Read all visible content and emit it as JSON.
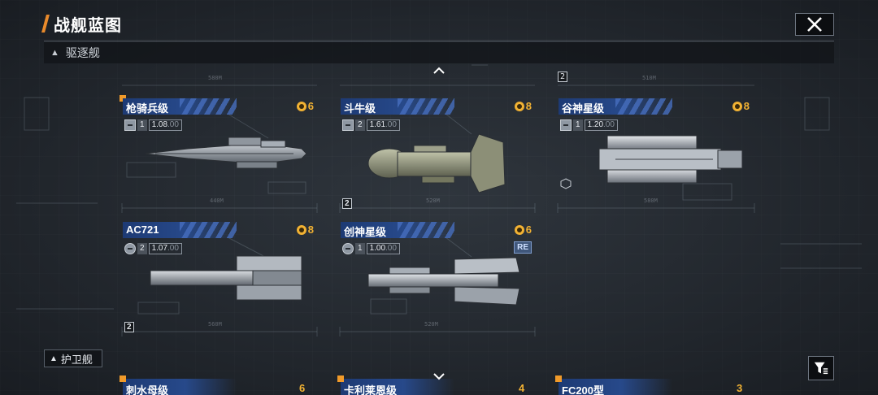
{
  "header": {
    "title": "战舰蓝图",
    "close_icon": "close-icon"
  },
  "sections": {
    "destroyer": "驱逐舰",
    "escort": "护卫舰"
  },
  "colors": {
    "accent": "#e98a2b",
    "cost": "#f2b233",
    "name_bar": "#27498a"
  },
  "ships": [
    {
      "name": "枪骑兵级",
      "cost": "6",
      "tier": "1",
      "version_main": "1.08",
      "version_dec": ".00",
      "icon": "lancer-class-icon"
    },
    {
      "name": "斗牛级",
      "cost": "8",
      "tier": "2",
      "version_main": "1.61",
      "version_dec": ".00",
      "icon": "torpedo-class-icon",
      "tier_box": "2"
    },
    {
      "name": "谷神星级",
      "cost": "8",
      "tier": "1",
      "version_main": "1.20",
      "version_dec": ".00",
      "icon": "cannon-class-icon"
    },
    {
      "name": "AC721",
      "cost": "8",
      "tier": "2",
      "version_main": "1.07",
      "version_dec": ".00",
      "icon": "globe-class-icon",
      "tier_box": "2"
    },
    {
      "name": "创神星级",
      "cost": "6",
      "tier": "1",
      "version_main": "1.00",
      "version_dec": ".00",
      "icon": "missile-class-icon",
      "tag": "RE"
    }
  ],
  "escort_partial": [
    {
      "name": "刺水母级",
      "cost": "6"
    },
    {
      "name": "卡利莱恩级",
      "cost": "4"
    },
    {
      "name": "FC200型",
      "cost": "3"
    }
  ],
  "blueprint_labels": {
    "row1_top_a": "580M",
    "row1_top_b": "510M",
    "tier_top": "2",
    "d1": "440M",
    "d2": "520M",
    "d3": "580M",
    "d4": "560M",
    "d5": "520M"
  }
}
